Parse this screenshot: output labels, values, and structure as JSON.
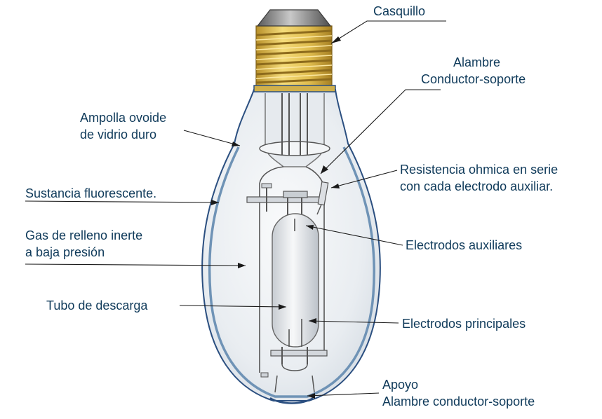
{
  "labels": {
    "casquillo": "Casquillo",
    "alambre_line1": "Alambre",
    "alambre_line2": "Conductor-soporte",
    "ampolla_line1": "Ampolla ovoide",
    "ampolla_line2": "de vidrio duro",
    "resistencia_line1": "Resistencia ohmica en serie",
    "resistencia_line2": "con cada electrodo auxiliar.",
    "sustancia": "Sustancia fluorescente.",
    "gas_line1": "Gas de relleno inerte",
    "gas_line2": "a baja presión",
    "electrodos_auxiliares": "Electrodos auxiliares",
    "tubo": "Tubo de descarga",
    "electrodos_principales": "Electrodos principales",
    "apoyo_line1": "Apoyo",
    "apoyo_line2": "Alambre conductor-soporte"
  },
  "colors": {
    "text": "#0f3a5a",
    "leader": "#1a1a1a",
    "bulb_glass": "#eef1f4",
    "bulb_outline": "#2b4f80",
    "coating": "#6f93b6",
    "base_gold": "#e2c35a",
    "base_cap": "#7a7a7a"
  }
}
